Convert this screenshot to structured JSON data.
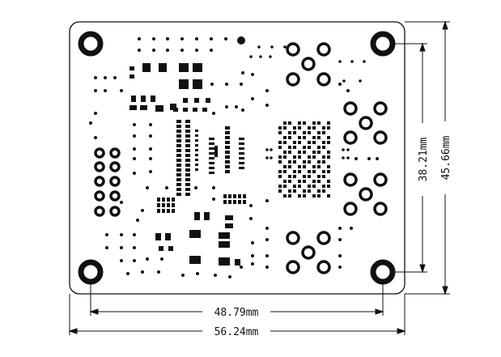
{
  "dimensions": {
    "hole_spacing_horizontal": "48.79mm",
    "board_width": "56.24mm",
    "hole_spacing_vertical": "38.21mm",
    "board_height": "45.66mm"
  },
  "colors": {
    "ink": "#111111",
    "board_fill": "#ffffff",
    "pad": "#111111"
  }
}
